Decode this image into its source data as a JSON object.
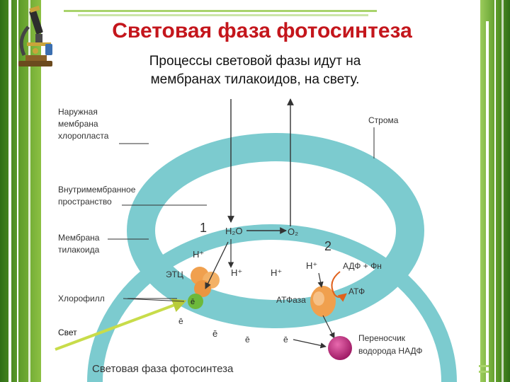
{
  "slide": {
    "title": "Световая фаза фотосинтеза",
    "subtitle_line1": "Процессы световой фазы идут на",
    "subtitle_line2": "мембранах тилакоидов, на свету."
  },
  "diagram": {
    "labels": {
      "outer_membrane": [
        "Наружная",
        "мембрана",
        "хлоропласта"
      ],
      "intermembrane": [
        "Внутримембранное",
        "пространство"
      ],
      "thylakoid_membrane": [
        "Мембрана",
        "тилакоида"
      ],
      "chlorophyll": "Хлорофилл",
      "light": "Свет",
      "stroma": "Строма",
      "etc": "ЭТЦ",
      "atpase": "АТФаза",
      "carrier": [
        "Переносчик",
        "водорода НАДФ"
      ]
    },
    "markers": {
      "step1": "1",
      "step2": "2"
    },
    "molecules": {
      "water": "H₂O",
      "oxygen": "O₂",
      "proton": "H⁺",
      "electron": "ē",
      "adp_pn": "АДФ + Фн",
      "atp": "АТФ"
    },
    "caption": "Световая фаза фотосинтеза"
  },
  "colors": {
    "title": "#c4161c",
    "membrane": "#7ccbcf",
    "atp_synthase": "#f0a04e",
    "carrier": "#c4207a",
    "light_beam": "#c8dc4a",
    "chlorophyll": "#6db93a",
    "side_bar": "#5d9b2a"
  },
  "icons": [
    "microscope-icon"
  ]
}
